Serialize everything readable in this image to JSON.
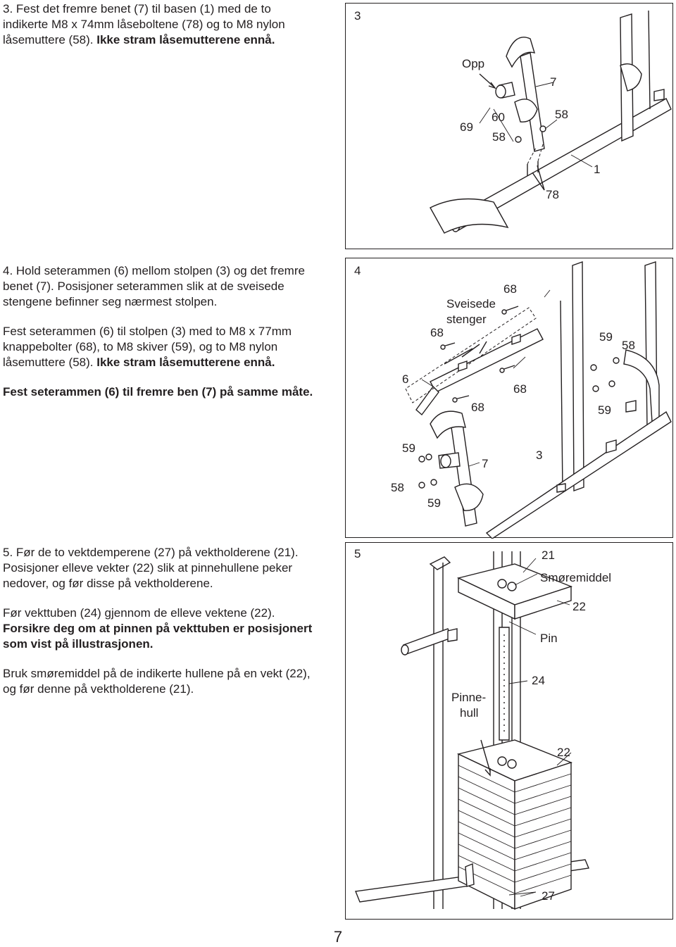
{
  "step3": {
    "text_line1": "3. Fest det fremre benet (7) til basen (1) med de to",
    "text_line2": "indikerte M8 x 74mm låseboltene (78) og to M8 nylon",
    "text_line3_normal": "låsemuttere (58). ",
    "text_line3_bold": "Ikke stram låsemutterene ennå.",
    "panel_number": "3",
    "labels": {
      "opp": "Opp",
      "p7": "7",
      "p69": "69",
      "p60": "60",
      "p58a": "58",
      "p58b": "58",
      "p1": "1",
      "p78": "78"
    }
  },
  "step4": {
    "para1_line1": "4. Hold seterammen (6) mellom stolpen (3) og det fremre",
    "para1_line2": "benet (7). Posisjoner seterammen slik at de sveisede",
    "para1_line3": "stengene befinner seg nærmest stolpen.",
    "para2_line1": "Fest seterammen (6) til stolpen (3) med to M8 x 77mm",
    "para2_line2": "knappebolter (68), to M8 skiver (59), og to M8 nylon",
    "para2_line3_normal": "låsemuttere (58). ",
    "para2_line3_bold": "Ikke stram låsemutterene ennå.",
    "para3_bold": "Fest seterammen (6) til fremre ben (7) på samme måte.",
    "panel_number": "4",
    "labels": {
      "p68a": "68",
      "sveisede": "Sveisede",
      "stenger": "stenger",
      "p68b": "68",
      "p59a": "59",
      "p58a": "58",
      "p6": "6",
      "p68c": "68",
      "p68d": "68",
      "p59b": "59",
      "p59c": "59",
      "p7": "7",
      "p3": "3",
      "p58b": "58",
      "p59d": "59"
    }
  },
  "step5": {
    "para1_line1": "5. Før de to vektdemperene (27) på vektholderene (21).",
    "para1_line2": "Posisjoner elleve vekter (22) slik at pinnehullene peker",
    "para1_line3": "nedover, og før disse på vektholderene.",
    "para2_line1": "Før vekttuben (24) gjennom de elleve vektene (22).",
    "para2_line2_bold": "Forsikre deg om at pinnen på vekttuben er posisjonert",
    "para2_line3_bold": "som vist på illustrasjonen.",
    "para3_line1": "Bruk smøremiddel på de indikerte hullene på en vekt (22),",
    "para3_line2": "og før denne på vektholderene (21).",
    "panel_number": "5",
    "labels": {
      "p21": "21",
      "smoremiddel": "Smøremiddel",
      "p22a": "22",
      "pin": "Pin",
      "p24": "24",
      "pinne": "Pinne-",
      "hull": "hull",
      "p22b": "22",
      "p27": "27"
    }
  },
  "page_number": "7"
}
